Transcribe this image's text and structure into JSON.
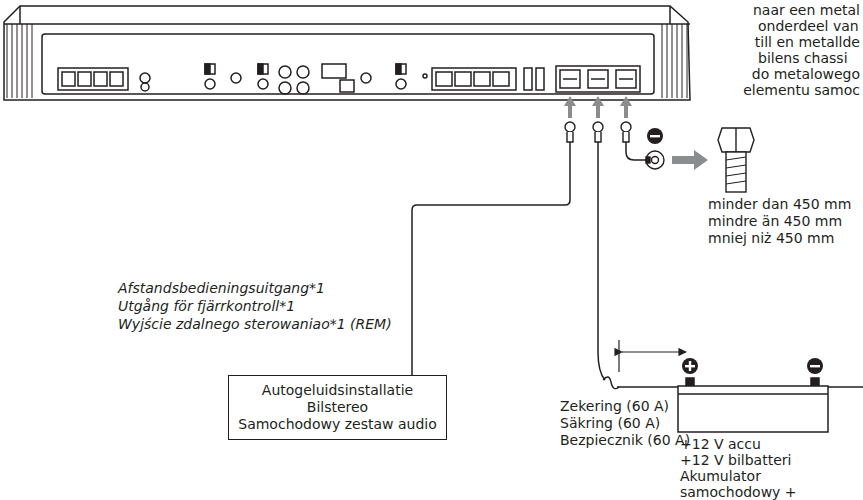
{
  "diagram": {
    "nodes": [
      {
        "text": [
          "Autogeluidsinstallatie",
          "Bilstereo",
          "Samochodowy zestaw audio"
        ]
      }
    ],
    "labels": [
      "naar een metal",
      "onderdeel van",
      "till en metallde",
      "bilens chassi",
      "do metalowego",
      "elementu samoc",
      "Afstandsbedieningsuitgang*1",
      "Utgång för fjärrkontroll*1",
      "Wyjście zdalnego sterowaniao*1 (REM)",
      "minder dan 450 mm",
      "mindre än 450 mm",
      "mniej niż 450 mm",
      "Zekering (60 A)",
      "Säkring (60 A)",
      "Bezpiecznik (60 A)",
      "+12 V accu",
      "+12 V bilbatteri",
      "Akumulator",
      "samochodowy +"
    ]
  }
}
